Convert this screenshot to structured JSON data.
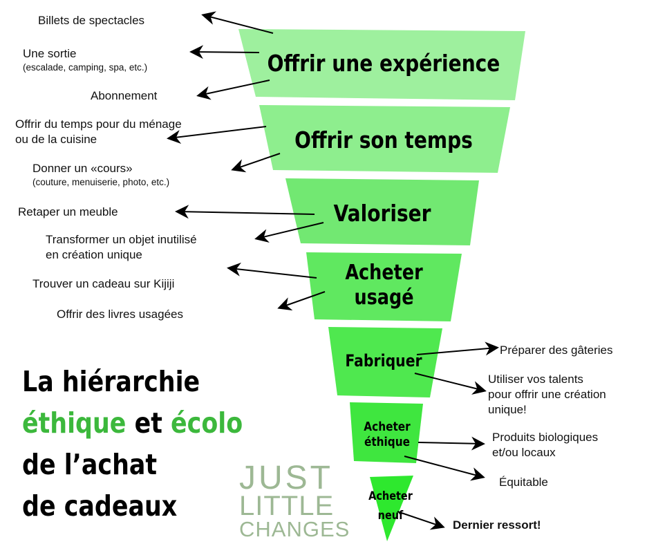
{
  "tiers": [
    {
      "label": "Offrir une expérience",
      "color": "#9ef09e"
    },
    {
      "label": "Offrir son temps",
      "color": "#8eee8e"
    },
    {
      "label": "Valoriser",
      "color": "#72e872"
    },
    {
      "label_line1": "Acheter",
      "label_line2": "usagé",
      "color": "#60e860"
    },
    {
      "label": "Fabriquer",
      "color": "#4fe84f"
    },
    {
      "label_line1": "Acheter",
      "label_line2": "éthique",
      "color": "#3fe63f"
    },
    {
      "label_line1": "Acheter",
      "label_line2": "neuf",
      "color": "#2ee82e"
    }
  ],
  "examples": {
    "billets": "Billets de spectacles",
    "sortie": "Une sortie",
    "sortie_sub": "(escalade, camping, spa, etc.)",
    "abonnement": "Abonnement",
    "menage_1": "Offrir du temps pour du ménage",
    "menage_2": "ou de la cuisine",
    "cours": "Donner un «cours»",
    "cours_sub": "(couture, menuiserie, photo, etc.)",
    "meuble": "Retaper un meuble",
    "transformer_1": "Transformer un objet inutilisé",
    "transformer_2": "en création unique",
    "kijiji": "Trouver un cadeau sur Kijiji",
    "livres": "Offrir des livres usagées",
    "gateries": "Préparer des gâteries",
    "talents_1": "Utiliser vos talents",
    "talents_2": "pour offrir une création",
    "talents_3": "unique!",
    "bio_1": "Produits biologiques",
    "bio_2": "et/ou locaux",
    "equitable": "Équitable",
    "dernier": "Dernier ressort!"
  },
  "title": {
    "line1": "La hiérarchie",
    "line2_a": "éthique",
    "line2_b": " et ",
    "line2_c": "écolo",
    "line3": "de l’achat",
    "line4": "de cadeaux",
    "accent": "#3cb83c"
  },
  "logo": {
    "line1": "JUST",
    "line2": "LITTLE",
    "line3": "CHANGES",
    "color": "#9db894"
  }
}
